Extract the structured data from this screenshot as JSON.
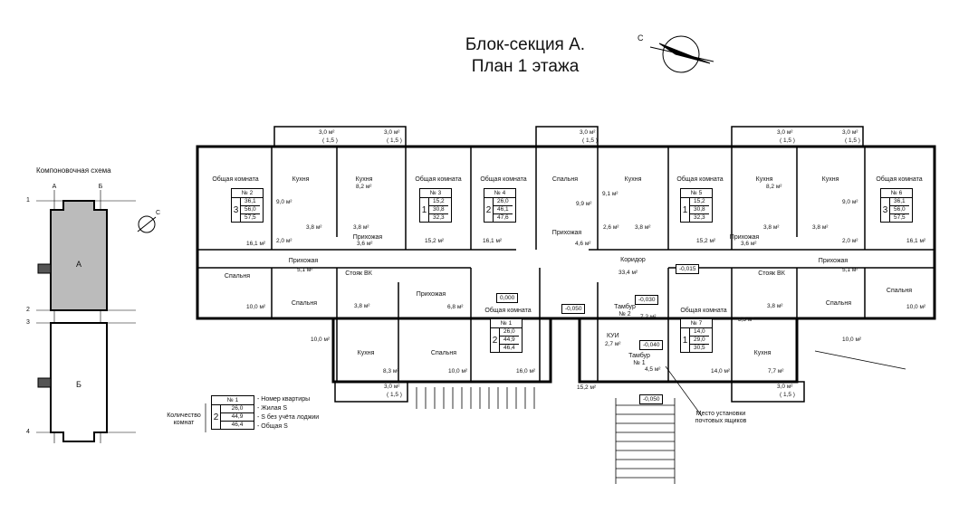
{
  "header": {
    "line1": "Блок-секция А.",
    "line2": "План 1 этажа",
    "compass_letter": "С"
  },
  "scheme": {
    "title": "Компоновочная схема",
    "axes_letters": [
      "А",
      "Б"
    ],
    "axes_numbers": [
      "1",
      "2",
      "3",
      "4"
    ],
    "sections": [
      "А",
      "Б"
    ],
    "compass_letter": "С"
  },
  "apartments": [
    {
      "num": "№ 2",
      "rooms": "3",
      "values": [
        "36,1",
        "56,0",
        "57,5"
      ]
    },
    {
      "num": "№ 3",
      "rooms": "1",
      "values": [
        "15,2",
        "30,8",
        "32,3"
      ]
    },
    {
      "num": "№ 4",
      "rooms": "2",
      "values": [
        "26,0",
        "46,1",
        "47,6"
      ]
    },
    {
      "num": "№ 5",
      "rooms": "1",
      "values": [
        "15,2",
        "30,8",
        "32,3"
      ]
    },
    {
      "num": "№ 6",
      "rooms": "3",
      "values": [
        "36,1",
        "56,0",
        "57,5"
      ]
    },
    {
      "num": "№ 1",
      "rooms": "2",
      "values": [
        "26,0",
        "44,9",
        "46,4"
      ]
    },
    {
      "num": "№ 7",
      "rooms": "1",
      "values": [
        "14,0",
        "29,0",
        "30,5"
      ]
    }
  ],
  "legend": {
    "rooms_caption": "Количество комнат",
    "num": "№ 1",
    "rooms": "2",
    "values": [
      "26,0",
      "44,9",
      "46,4"
    ],
    "desc": [
      "- Номер квартиры",
      "- Жилая S",
      "- S без учёта лоджии",
      "- Общая S"
    ]
  },
  "level_marks": [
    "0,000",
    "-0,050",
    "-0,015",
    "-0,030",
    "-0,040",
    "-0,050"
  ],
  "room_labels": {
    "living": "Общая комната",
    "kitchen": "Кухня",
    "bedroom": "Спальня",
    "hall": "Прихожая",
    "corridor": "Коридор",
    "riser": "Стояк ВК",
    "vestibule1": "Тамбур\n№ 1",
    "vestibule2": "Тамбур\n№ 2",
    "kui": "КУИ",
    "mailboxes": "Место установки\nпочтовых ящиков"
  },
  "areas": {
    "loggia": "3,0 м²",
    "loggia_coef": "( 1,5 )",
    "a9_0": "9,0 м²",
    "a8_2": "8,2 м²",
    "a3_8": "3,8 м²",
    "a3_6": "3,6 м²",
    "a2_0": "2,0 м²",
    "a16_1": "16,1 м²",
    "a15_2": "15,2 м²",
    "a9_9": "9,9 м²",
    "a9_1": "9,1 м²",
    "a2_6": "2,6 м²",
    "a4_6": "4,6 м²",
    "a5_1": "5,1 м²",
    "a10_0": "10,0 м²",
    "a33_4": "33,4 м²",
    "a6_8": "6,8 м²",
    "a16_0": "16,0 м²",
    "a7_2": "7,2 м²",
    "a2_7": "2,7 м²",
    "a4_5": "4,5 м²",
    "a3_5": "3,5 м²",
    "a8_3": "8,3 м²",
    "a7_7": "7,7 м²",
    "a14_0": "14,0 м²"
  }
}
